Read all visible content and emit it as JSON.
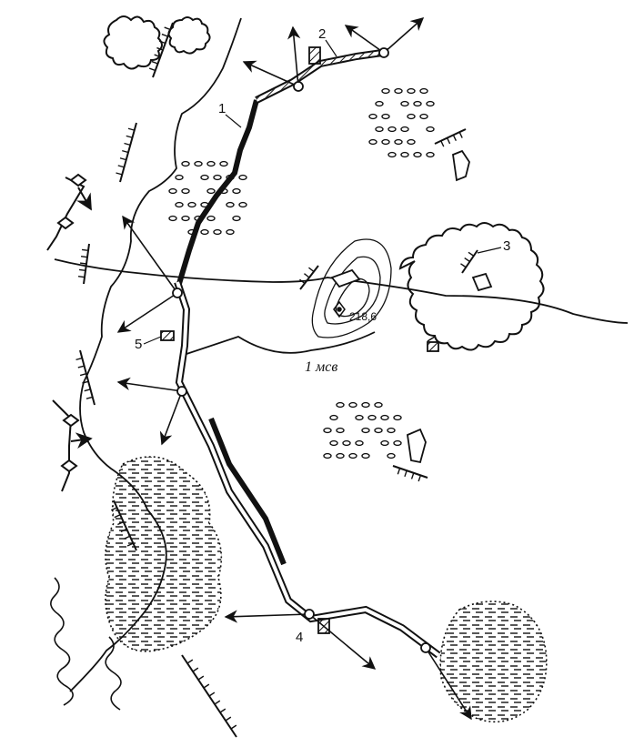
{
  "map": {
    "labels": {
      "line_1": "1",
      "line_2": "2",
      "position_3": "3",
      "position_4": "4",
      "position_5": "5",
      "height_mark": "218,6",
      "unit_label": "1 мсв"
    },
    "colors": {
      "ink": "#111111",
      "paper": "#ffffff"
    }
  }
}
